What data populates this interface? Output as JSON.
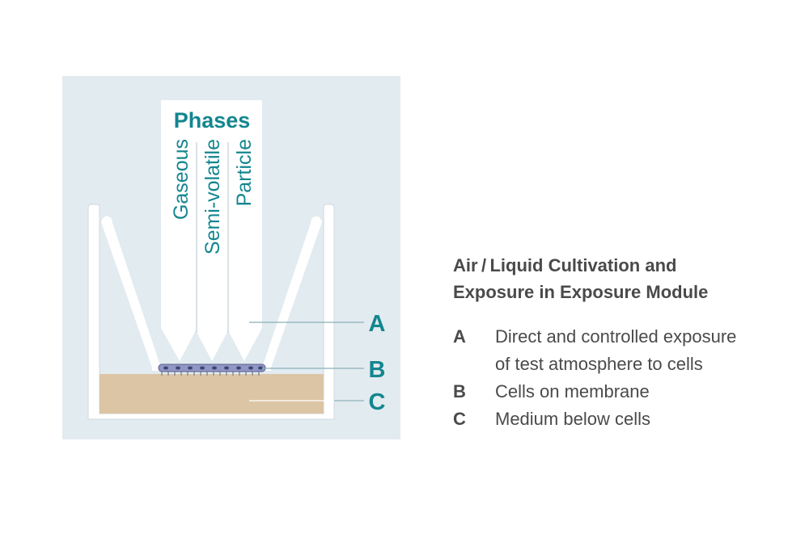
{
  "diagram": {
    "phases_title": "Phases",
    "phases": [
      "Gaseous",
      "Semi-volatile",
      "Particle"
    ],
    "markers": [
      "A",
      "B",
      "C"
    ]
  },
  "legend": {
    "title_line1": "Air / Liquid Cultivation and",
    "title_line2": "Exposure in Exposure Module",
    "items": [
      {
        "key": "A",
        "text_line1": "Direct and controlled exposure",
        "text_line2": "of test atmosphere to cells"
      },
      {
        "key": "B",
        "text_line1": "Cells on membrane"
      },
      {
        "key": "C",
        "text_line1": "Medium below cells"
      }
    ]
  },
  "colors": {
    "panel_background": "#e2ebf0",
    "accent_teal": "#13868f",
    "medium": "#dcc5a5",
    "cells": "#8a8fbf",
    "text": "#4a4a4a"
  }
}
